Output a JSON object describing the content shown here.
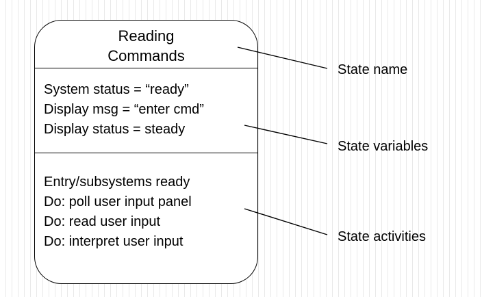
{
  "state": {
    "name_lines": [
      "Reading",
      "Commands"
    ],
    "variables": [
      "System status = “ready”",
      "Display msg = “enter cmd”",
      "Display status = steady"
    ],
    "activities": [
      "Entry/subsystems ready",
      "Do: poll user input panel",
      "Do: read user input",
      "Do: interpret user input"
    ]
  },
  "callouts": {
    "name": "State name",
    "variables": "State variables",
    "activities": "State activities"
  }
}
